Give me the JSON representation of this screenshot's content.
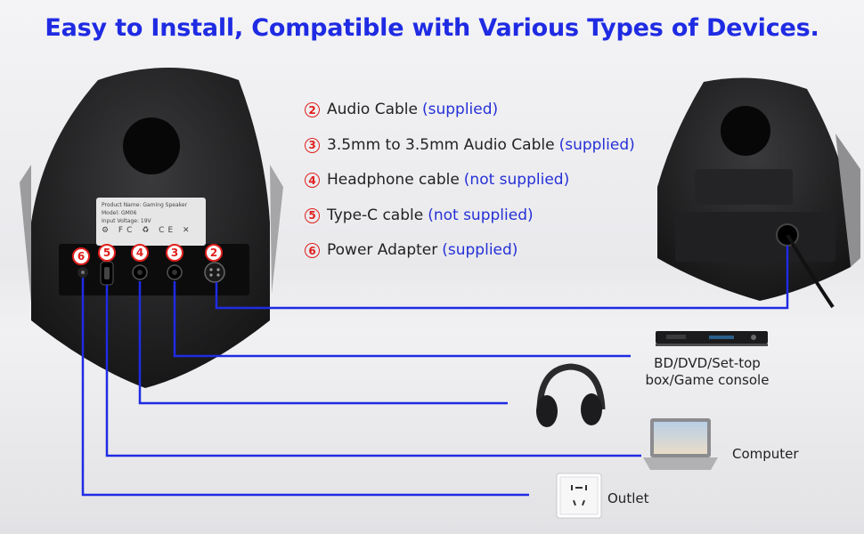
{
  "title": "Easy to Install, Compatible with Various Types of Devices.",
  "legend": [
    {
      "num": "2",
      "label": "Audio Cable",
      "note": "(supplied)"
    },
    {
      "num": "3",
      "label": "3.5mm to 3.5mm Audio Cable",
      "note": "(supplied)"
    },
    {
      "num": "4",
      "label": "Headphone cable",
      "note": "(not supplied)"
    },
    {
      "num": "5",
      "label": "Type-C cable",
      "note": "(not supplied)"
    },
    {
      "num": "6",
      "label": "Power Adapter",
      "note": "(supplied)"
    }
  ],
  "ports": [
    "6",
    "5",
    "4",
    "3",
    "2"
  ],
  "product_label": {
    "name": "Product Name: Gaming Speaker",
    "model": "Model: GM06",
    "voltage": "Input Voltage: 19V"
  },
  "devices": {
    "player": "BD/DVD/Set-top box/Game console",
    "computer": "Computer",
    "outlet": "Outlet"
  },
  "colors": {
    "title": "#1f2be3",
    "wire": "#1f2be3",
    "port_badge": "#e0201d",
    "note": "#2530d6"
  }
}
